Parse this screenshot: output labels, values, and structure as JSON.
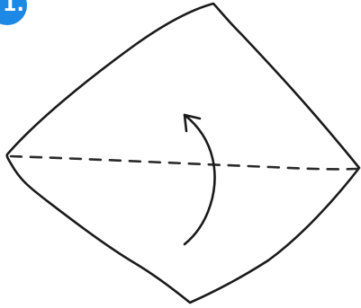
{
  "step": {
    "label": "1."
  },
  "diagram": {
    "shape": "square-diamond",
    "fold_line": "valley-dashed-horizontal",
    "arrow": "fold-up",
    "colors": {
      "badge": "#1e88e5",
      "ink": "#1a1a1a"
    }
  }
}
